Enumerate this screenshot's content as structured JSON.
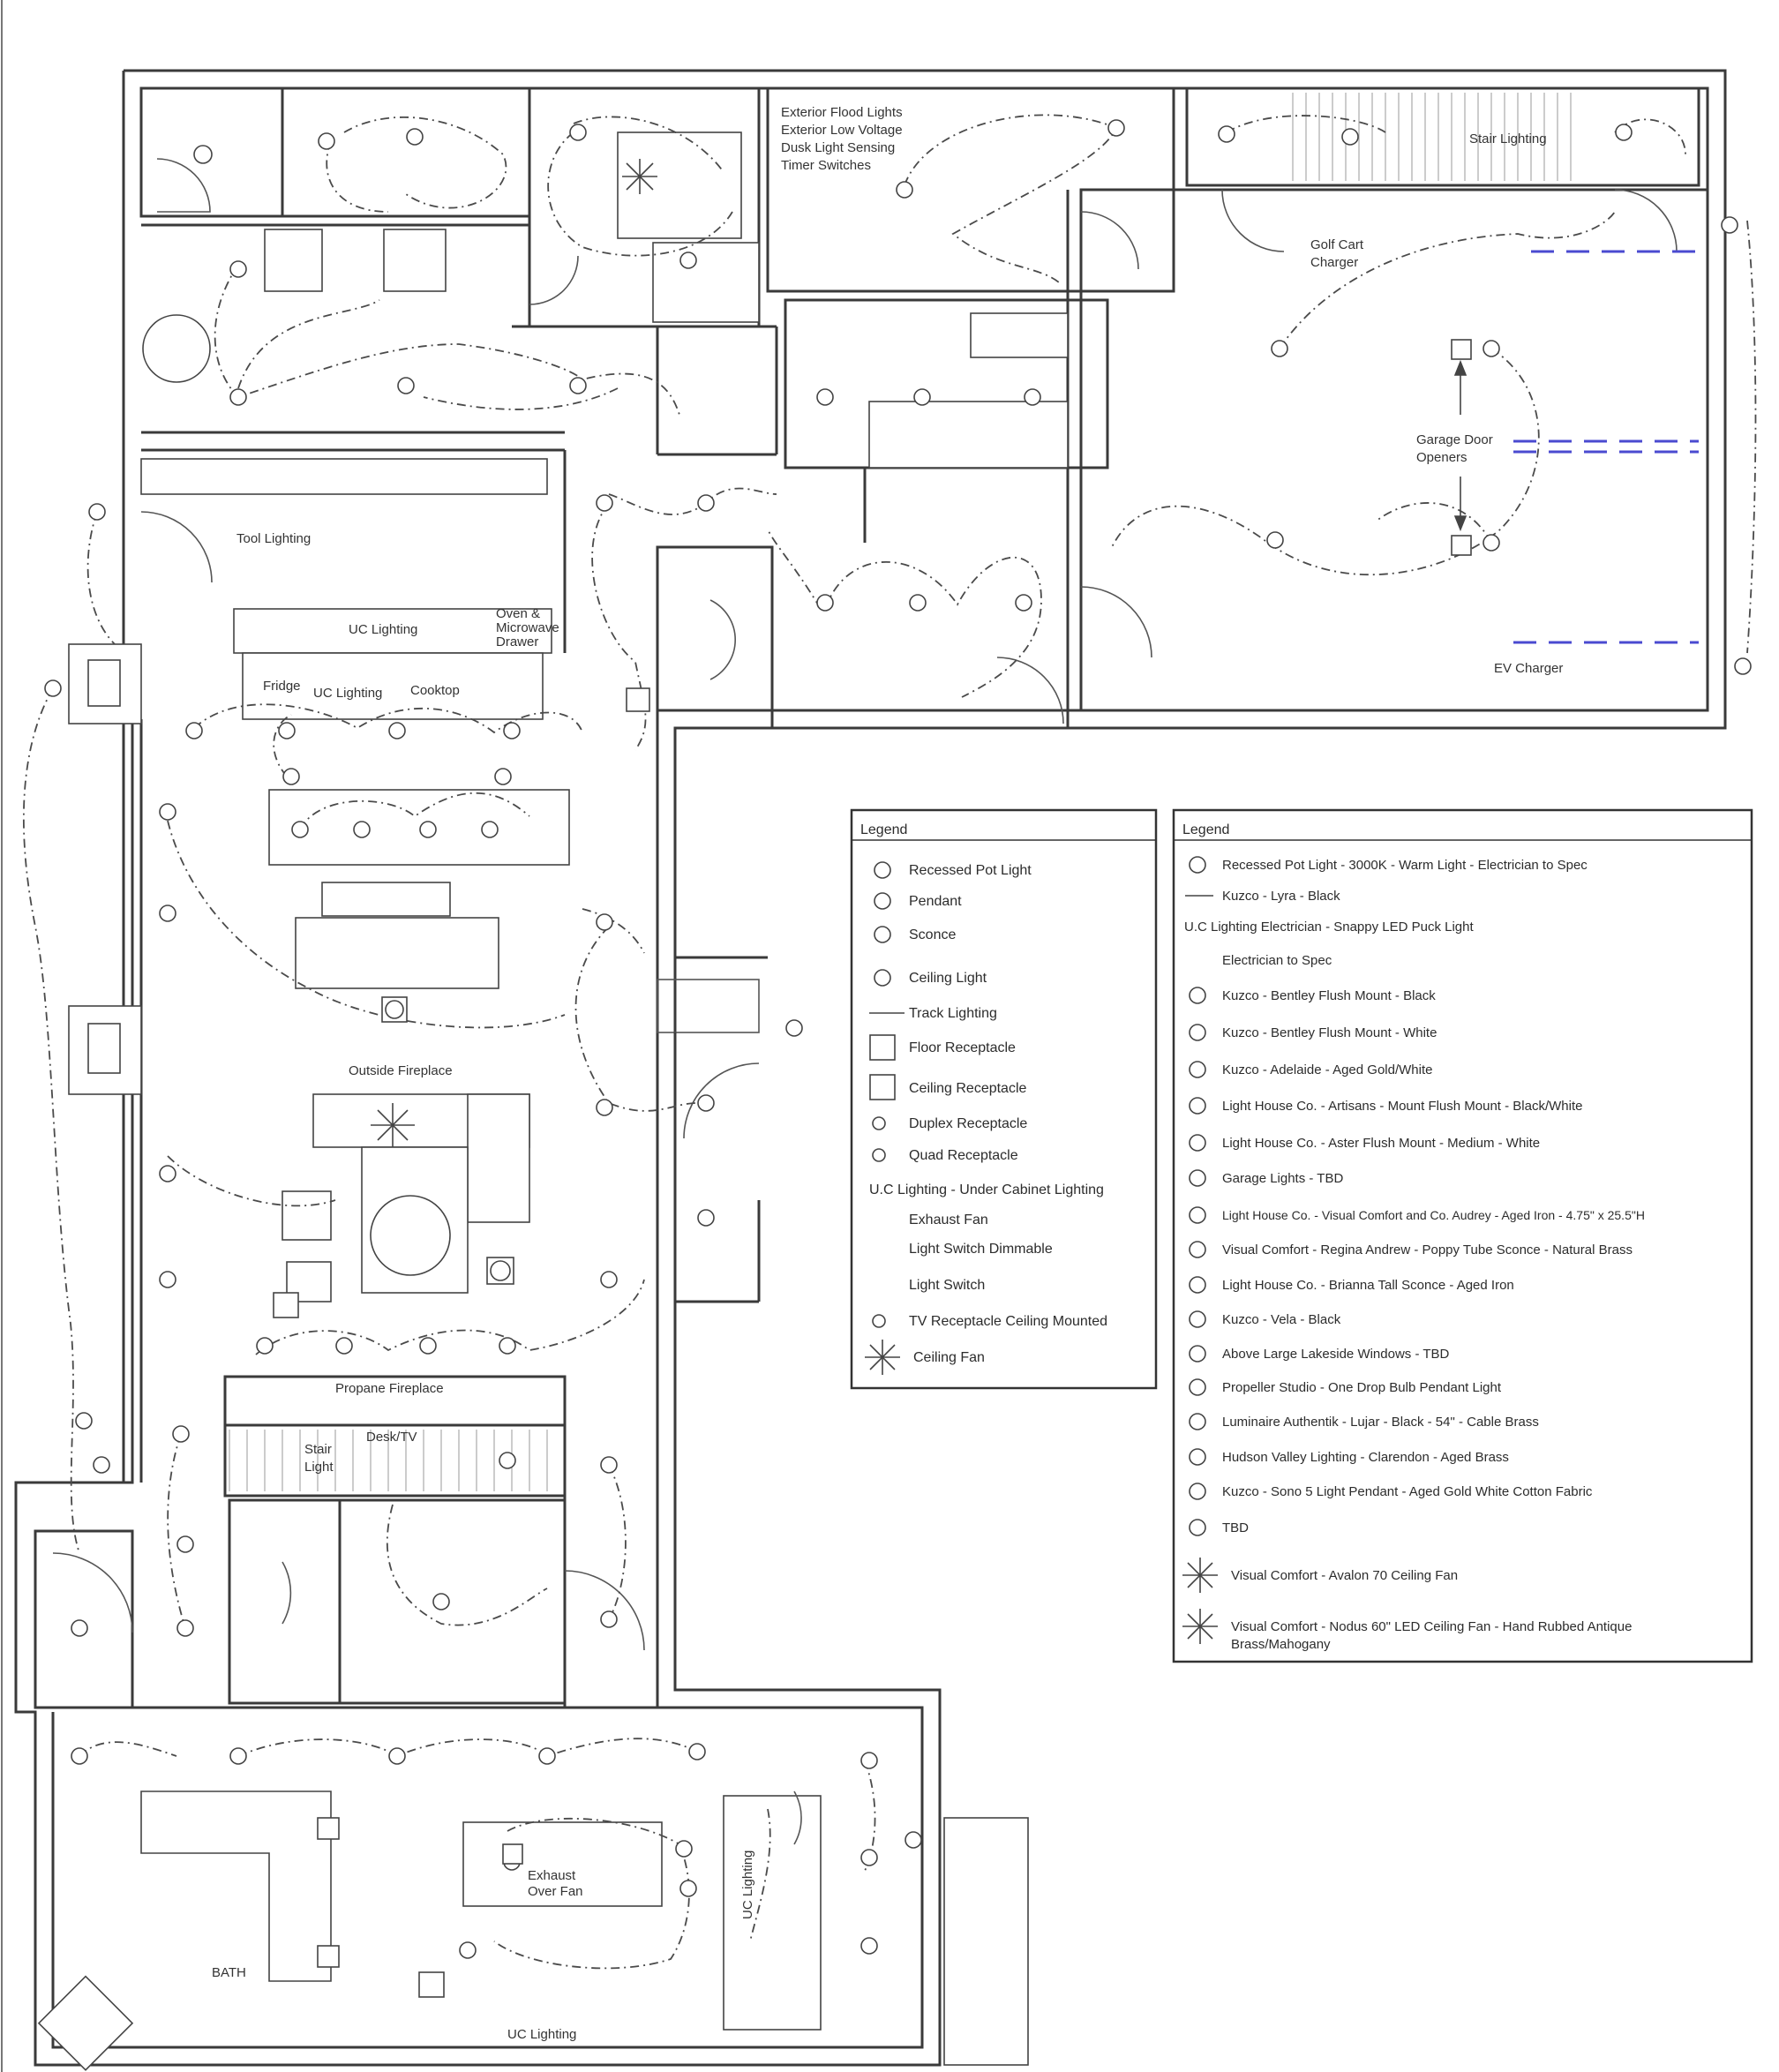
{
  "plan_labels": {
    "exterior": [
      "Exterior Flood Lights",
      "Exterior Low Voltage",
      "Dusk Light Sensing",
      "Timer Switches"
    ],
    "stair_lighting": "Stair Lighting",
    "golf_cart": [
      "Golf Cart",
      "Charger"
    ],
    "garage_door": [
      "Garage Door",
      "Openers"
    ],
    "ev_charger": "EV Charger",
    "tool_lighting": "Tool Lighting",
    "uc_lighting_1": "UC Lighting",
    "uc_lighting_2": "UC Lighting",
    "fridge": "Fridge",
    "cooktop": "Cooktop",
    "oven": [
      "Oven &",
      "Microwave",
      "Drawer"
    ],
    "outside_fireplace": "Outside Fireplace",
    "propane_fireplace": "Propane Fireplace",
    "desk": "Desk/TV",
    "stair_light": [
      "Stair",
      "Light"
    ],
    "exhaust": [
      "Exhaust",
      "Over Fan"
    ],
    "uc_lighting_bar": "UC Lighting",
    "uc_lighting_v": "UC Lighting",
    "bath": "BATH"
  },
  "legend_left": {
    "title": "Legend",
    "items": [
      "Recessed Pot Light",
      "Pendant",
      "Sconce",
      "Ceiling Light",
      "Track Lighting",
      "Floor Receptacle",
      "Ceiling Receptacle",
      "Duplex Receptacle",
      "Quad Receptacle",
      "U.C Lighting - Under Cabinet Lighting",
      "Exhaust Fan",
      "Light Switch Dimmable",
      "Light Switch",
      "TV Receptacle Ceiling Mounted",
      "Ceiling Fan"
    ]
  },
  "legend_right": {
    "title": "Legend",
    "items": [
      "Recessed Pot Light - 3000K - Warm Light - Electrician to Spec",
      "Kuzco - Lyra - Black",
      "U.C Lighting     Electrician - Snappy LED Puck Light",
      "Electrician to Spec",
      "Kuzco - Bentley Flush Mount - Black",
      "Kuzco - Bentley Flush Mount - White",
      "Kuzco - Adelaide - Aged Gold/White",
      "Light House Co. - Artisans - Mount Flush Mount - Black/White",
      "Light House Co. - Aster Flush Mount - Medium - White",
      "Garage Lights - TBD",
      "Light House Co. - Visual Comfort and Co. Audrey - Aged Iron - 4.75\" x 25.5\"H",
      "Visual Comfort - Regina Andrew - Poppy Tube Sconce - Natural Brass",
      "Light House Co. - Brianna Tall Sconce - Aged Iron",
      "Kuzco - Vela - Black",
      "Above Large Lakeside Windows - TBD",
      "Propeller Studio - One Drop Bulb Pendant Light",
      "Luminaire Authentik - Lujar - Black - 54\" - Cable Brass",
      "Hudson Valley Lighting - Clarendon - Aged Brass",
      "Kuzco - Sono 5 Light Pendant - Aged Gold White Cotton Fabric",
      "TBD",
      "Visual Comfort - Avalon 70 Ceiling Fan",
      "Visual Comfort - Nodus 60\" LED Ceiling Fan - Hand Rubbed Antique",
      "Brass/Mahogany"
    ]
  }
}
